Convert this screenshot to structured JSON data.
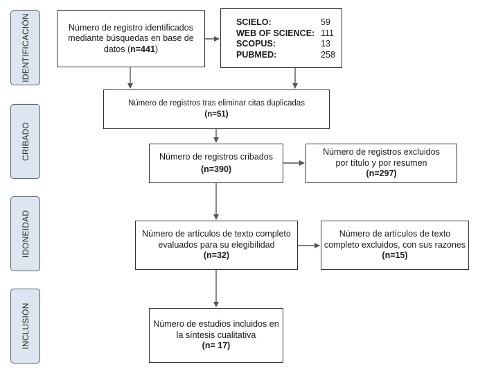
{
  "phases": {
    "identificacion": "IDENTIFICACIÓN",
    "cribado": "CRIBADO",
    "idoneidad": "IDONEIDAD",
    "inclusion": "INCLUSIÓN"
  },
  "boxes": {
    "identified": {
      "line1": "Número de registro identificados",
      "line2": "mediante búsquedas en base de",
      "line3_prefix": "datos (",
      "count": "n=441",
      "line3_suffix": ")"
    },
    "sources": [
      {
        "name": "SCIELO:",
        "count": "59"
      },
      {
        "name": "WEB OF SCIENCE:",
        "count": "111"
      },
      {
        "name": "SCOPUS:",
        "count": "13"
      },
      {
        "name": "PUBMED:",
        "count": "258"
      }
    ],
    "deduplicated": {
      "line1": "Número de registros tras eliminar citas duplicadas",
      "count": "(n=51)"
    },
    "screened": {
      "line1": "Número de registros cribados",
      "count": "(n=390)"
    },
    "excluded": {
      "line1": "Número de registros excluidos",
      "line2": "por título y por resumen",
      "count": "(n=297)"
    },
    "fulltext": {
      "line1": "Número de artículos de texto completo",
      "line2": "evaluados para su elegibilidad",
      "count": "(n=32)"
    },
    "fulltext_excluded": {
      "line1": "Número de artículos de texto",
      "line2": "completo excluidos, con sus razones",
      "count": "(n=15)"
    },
    "included": {
      "line1": "Número de estudios incluidos en",
      "line2": "la síntesis cualitativa",
      "count": "(n= 17)"
    }
  }
}
